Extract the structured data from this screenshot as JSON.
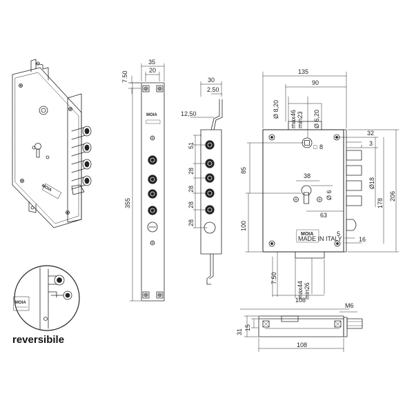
{
  "brand": "MOIA",
  "made_in": "MADE IN ITALY",
  "caption": "reversibile",
  "faceplate": {
    "width_top": "35",
    "width_inner": "20",
    "offset_top": "7.50",
    "length": "355",
    "pitch_top": "51",
    "pitch_1": "28",
    "pitch_2": "28",
    "pitch_3": "28",
    "pitch_4": "28"
  },
  "side": {
    "width": "30",
    "thickness": "2.50",
    "tongue": "12,50"
  },
  "case": {
    "width": "135",
    "backset": "90",
    "hole_top": "Ø 8,20",
    "hole_mid": "Ø 6,20",
    "cam_max": "max46",
    "cam_min": "min23",
    "square": "8",
    "bolt_proj": "32",
    "bolt_gap": "3",
    "bolt_dia": "Ø18",
    "height_178": "178",
    "height_206": "206",
    "dist_85": "85",
    "dist_100": "100",
    "cyl_38": "38",
    "cyl_dia": "Ø 6",
    "cyl_63": "63",
    "latch_5": "5",
    "latch_16": "16",
    "bottom_offset": "7.50",
    "bottom_max": "max44",
    "bottom_min": "min26",
    "bottom_width": "108"
  },
  "top_view": {
    "screw": "M6",
    "depth_31": "31",
    "depth_15": "15",
    "width": "108"
  }
}
